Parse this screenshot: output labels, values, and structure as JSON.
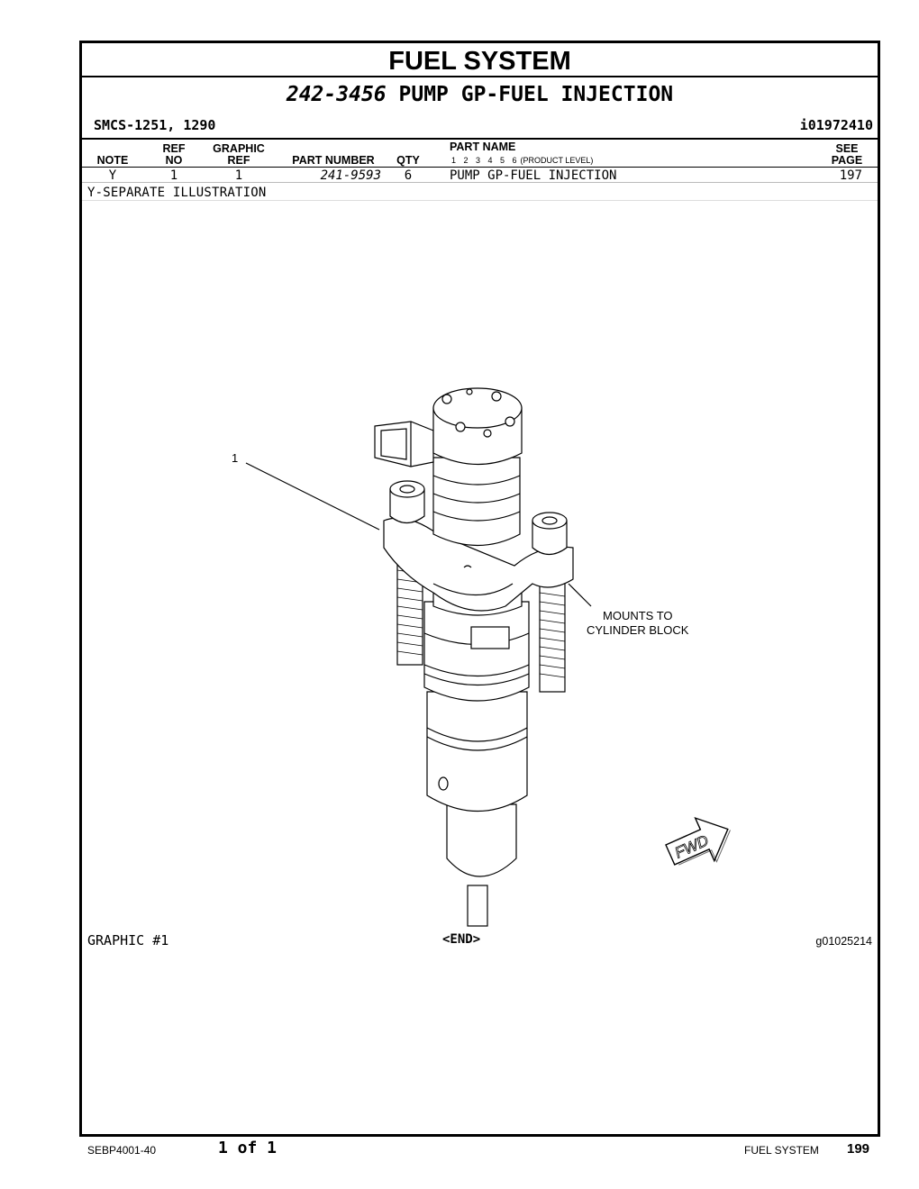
{
  "page": {
    "section_title": "FUEL SYSTEM",
    "group_number": "242-3456",
    "group_name": "PUMP GP-FUEL INJECTION",
    "smcs": "SMCS-1251, 1290",
    "info_id": "i01972410"
  },
  "table": {
    "headers": {
      "note": "NOTE",
      "ref_top": "REF",
      "ref_bottom": "NO",
      "graphic_top": "GRAPHIC",
      "graphic_bottom": "REF",
      "part_number": "PART NUMBER",
      "qty": "QTY",
      "part_name": "PART NAME",
      "levels": "1 2 3 4 5 6",
      "product_level": "(PRODUCT LEVEL)",
      "see_top": "SEE",
      "see_bottom": "PAGE"
    },
    "rows": [
      {
        "note": "Y",
        "ref_no": "1",
        "graphic_ref": "1",
        "part_number": "241-9593",
        "qty": "6",
        "part_name": "PUMP GP-FUEL INJECTION",
        "see_page": "197"
      }
    ],
    "notes": [
      "Y-SEPARATE ILLUSTRATION"
    ]
  },
  "illustration": {
    "callout_ref": "1",
    "mounts_line1": "MOUNTS TO",
    "mounts_line2": "CYLINDER BLOCK",
    "fwd_label": "FWD",
    "graphic_label": "GRAPHIC #1",
    "end_marker": "<END>",
    "graphic_id": "g01025214"
  },
  "footer": {
    "doc_number": "SEBP4001-40",
    "page_of": "1 of 1",
    "section": "FUEL SYSTEM",
    "page_number": "199"
  }
}
